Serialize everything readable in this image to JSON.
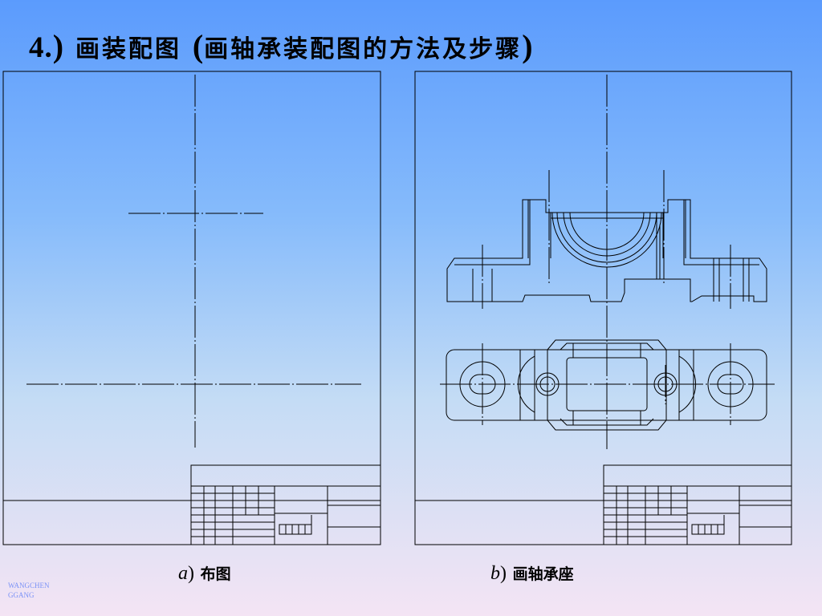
{
  "title": {
    "number": "4.",
    "close_paren": ")",
    "text": "画装配图",
    "open_paren_full": "(",
    "subtitle": "画轴承装配图的方法及步骤",
    "close_paren_full": ")"
  },
  "panels": {
    "a": {
      "letter": "a",
      "paren": ")",
      "label": "布图"
    },
    "b": {
      "letter": "b",
      "paren": ")",
      "label": "画轴承座"
    }
  },
  "watermark": {
    "line1": "WANGCHEN",
    "line2": "GGANG"
  },
  "colors": {
    "line": "#000000"
  }
}
